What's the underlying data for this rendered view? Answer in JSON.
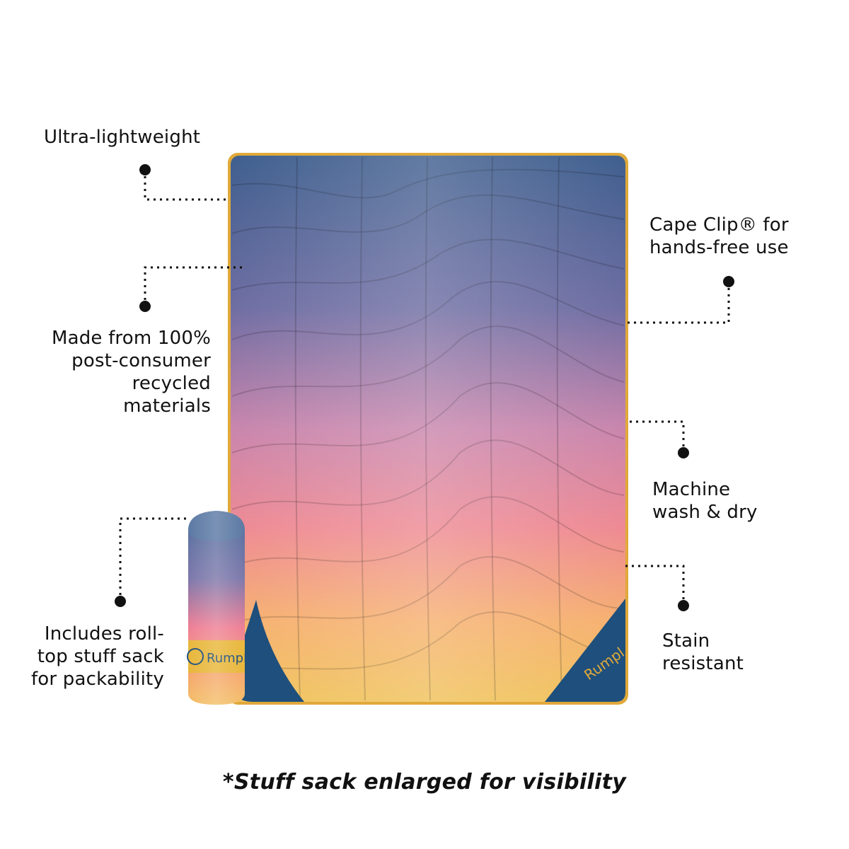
{
  "features": {
    "ultra_lightweight": "Ultra-lightweight",
    "recycled": "Made from 100%\npost-consumer\nrecycled\nmaterials",
    "stuff_sack": "Includes roll-\ntop stuff sack\nfor packability",
    "cape_clip": "Cape Clip® for\nhands-free use",
    "machine_wash": "Machine\nwash & dry",
    "stain_resistant": "Stain\nresistant"
  },
  "product": {
    "brand_logo": "Rumpl",
    "blanket_colors": [
      "#3f5f8e",
      "#6f6ea3",
      "#c986ad",
      "#ee8a94",
      "#f6b86a",
      "#f0c25a"
    ],
    "trim_color": "#e0a93a",
    "corner_color": "#1f4f7c"
  },
  "footnote": "*Stuff sack enlarged for visibility"
}
